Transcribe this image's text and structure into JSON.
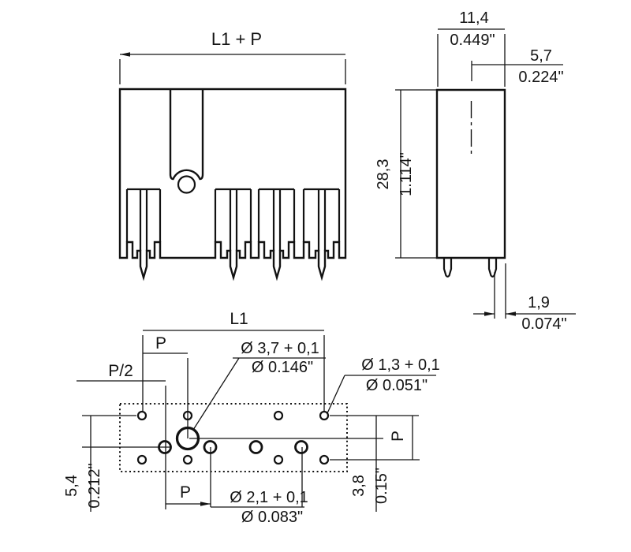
{
  "drawing_type": "connector-technical-dimension-drawing",
  "ink_color": "#121212",
  "background_color": "#ffffff",
  "front_view": {
    "overall_width_label": "L1 + P"
  },
  "side_view": {
    "width": {
      "mm": "11,4",
      "inch": "0.449\""
    },
    "center_to_edge": {
      "mm": "5,7",
      "inch": "0.224\""
    },
    "height": {
      "mm": "28,3",
      "inch": "1.114\""
    },
    "pin_offset": {
      "mm": "1,9",
      "inch": "0.074\""
    }
  },
  "footprint_view": {
    "length_label": "L1",
    "pitch_label": "P",
    "half_pitch_label": "P/2",
    "pitch_bottom_label": "P",
    "pitch_vertical_label": "P",
    "large_hole": {
      "mm": "Ø 3,7 + 0,1",
      "inch": "Ø 0.146\""
    },
    "small_hole": {
      "mm": "Ø 1,3 + 0,1",
      "inch": "Ø 0.051\""
    },
    "middle_hole": {
      "mm": "Ø 2,1 + 0,1",
      "inch": "Ø 0.083\""
    },
    "row_offset": {
      "mm": "5,4",
      "inch": "0.212\""
    },
    "large_hole_offset": {
      "mm": "3,8",
      "inch": "0.15\""
    }
  }
}
